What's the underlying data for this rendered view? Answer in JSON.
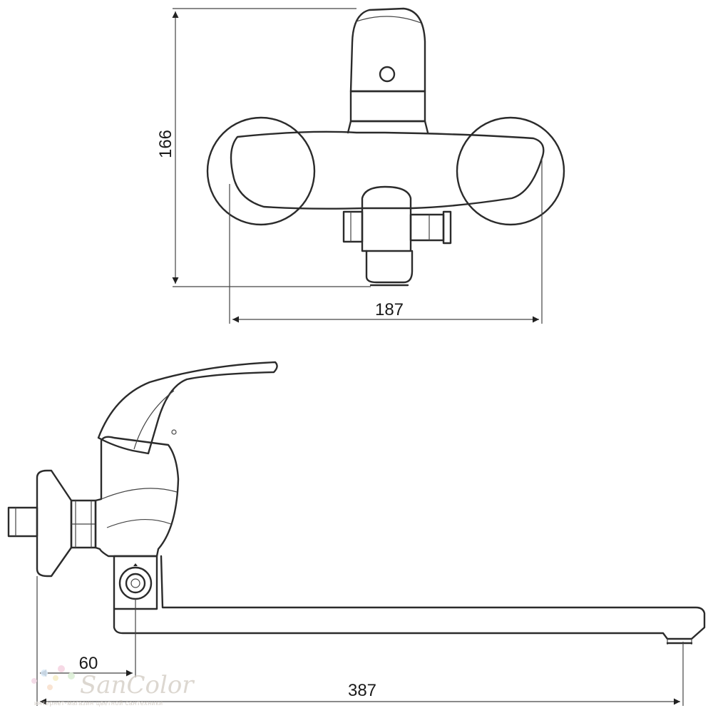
{
  "dimensions": {
    "height_front": "166",
    "width_front": "187",
    "offset_side": "60",
    "length_side": "387"
  },
  "watermark": {
    "brand": "SanColor",
    "tagline": "интернет-магазин цветной сантехники"
  },
  "colors": {
    "line": "#2b2b2b",
    "watermark": "#d9d3cc"
  }
}
